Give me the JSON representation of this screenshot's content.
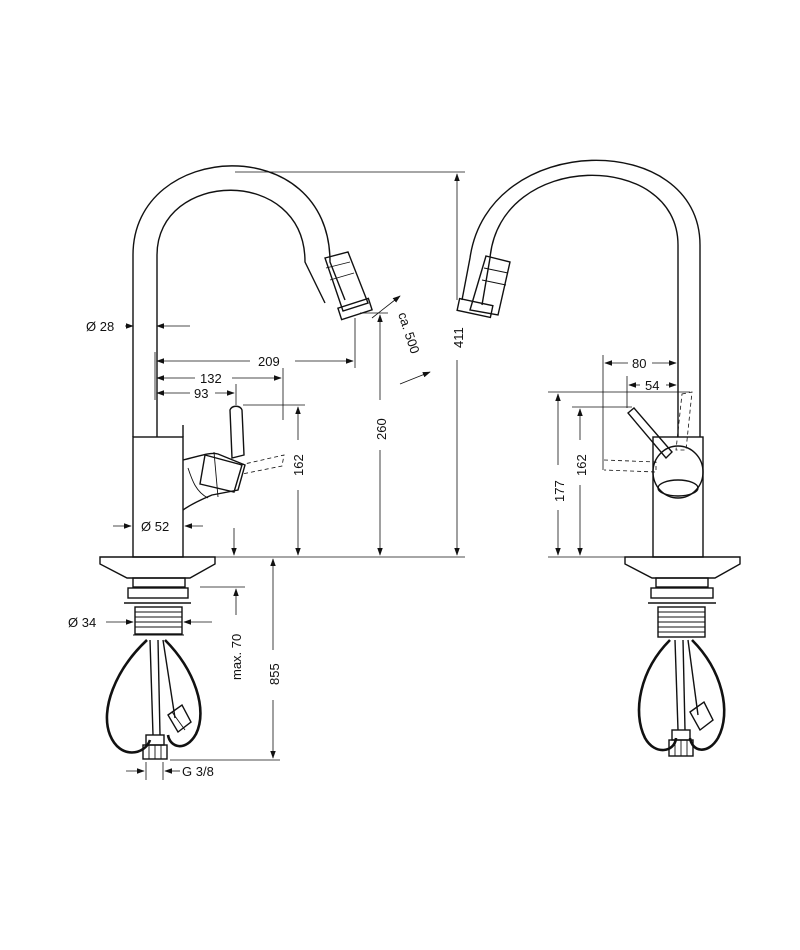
{
  "dimensions": {
    "d28": "Ø 28",
    "d209": "209",
    "d132": "132",
    "d93": "93",
    "d162_left": "162",
    "d52": "Ø 52",
    "d260": "260",
    "d411": "411",
    "d500": "ca. 500",
    "d34": "Ø 34",
    "dmax70": "max. 70",
    "d855": "855",
    "dG38": "G 3/8",
    "d80": "80",
    "d54": "54",
    "d177": "177",
    "d162_right": "162"
  }
}
